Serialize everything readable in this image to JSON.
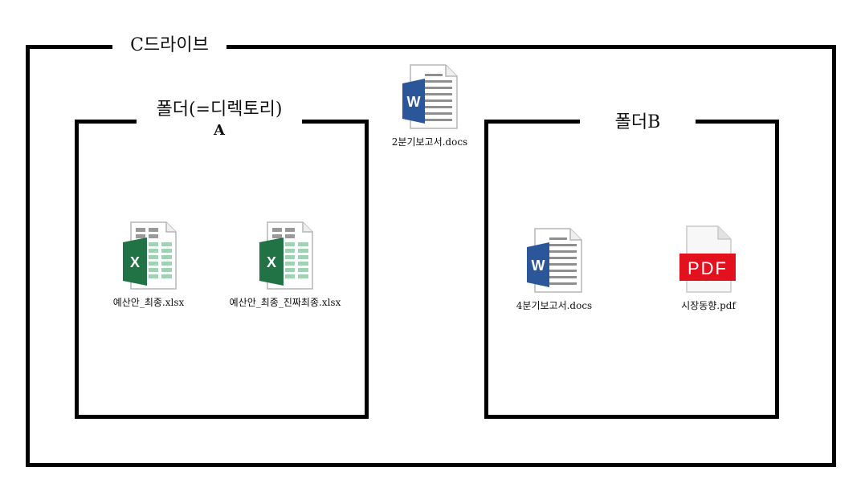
{
  "drive": {
    "title": "C드라이브"
  },
  "folder_a": {
    "title_line1": "폴더(=디렉토리)",
    "title_line2": "A"
  },
  "folder_b": {
    "title": "폴더B"
  },
  "files": {
    "report_q2": {
      "name": "2분기보고서.docs",
      "icon": "word-icon",
      "badge": "W"
    },
    "budget_final": {
      "name": "예산안_최종.xlsx",
      "icon": "excel-icon",
      "badge": "X"
    },
    "budget_real_final": {
      "name": "예산안_최종_진짜최종.xlsx",
      "icon": "excel-icon",
      "badge": "X"
    },
    "report_q4": {
      "name": "4분기보고서.docs",
      "icon": "word-icon",
      "badge": "W"
    },
    "market_trend": {
      "name": "시장동향.pdf",
      "icon": "pdf-icon",
      "badge": "PDF"
    }
  },
  "colors": {
    "word_blue": "#2b579a",
    "excel_green": "#217346",
    "excel_cell": "#9fd3b4",
    "pdf_red": "#e3101e",
    "border": "#000000"
  }
}
